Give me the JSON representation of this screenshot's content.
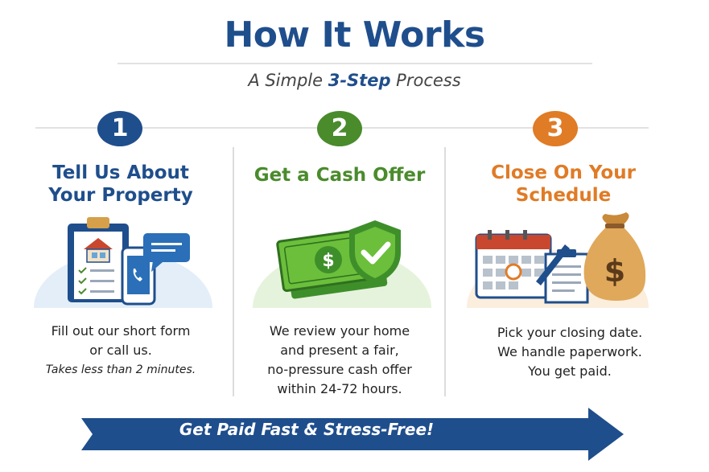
{
  "header": {
    "title": "How It Works",
    "subtitle_pre": "A Simple ",
    "subtitle_em": "3-Step",
    "subtitle_post": " Process"
  },
  "colors": {
    "blue": "#1f4e8c",
    "green": "#4a8b2c",
    "orange": "#e07b26",
    "light_green": "#6bbf3b"
  },
  "steps": [
    {
      "number": "1",
      "title_line1": "Tell Us About",
      "title_line2": "Your Property",
      "icons": [
        "clipboard-house-icon",
        "smartphone-icon",
        "chat-bubble-icon"
      ],
      "desc_line1": "Fill out our short form",
      "desc_line2": "or call us.",
      "note": "Takes less than 2 minutes."
    },
    {
      "number": "2",
      "title_line1": "Get a Cash Offer",
      "icons": [
        "cash-icon",
        "shield-check-icon"
      ],
      "desc_line1": "We review your home",
      "desc_line2": "and present a fair,",
      "desc_line3": "no-pressure cash offer",
      "desc_line4": "within 24-72 hours."
    },
    {
      "number": "3",
      "title_line1": "Close On Your",
      "title_line2": "Schedule",
      "icons": [
        "calendar-icon",
        "document-pen-icon",
        "money-bag-icon"
      ],
      "desc_line1": "Pick your closing date.",
      "desc_line2": "We handle paperwork.",
      "desc_line3": "You get paid."
    }
  ],
  "banner": {
    "text": "Get Paid Fast & Stress-Free!"
  }
}
